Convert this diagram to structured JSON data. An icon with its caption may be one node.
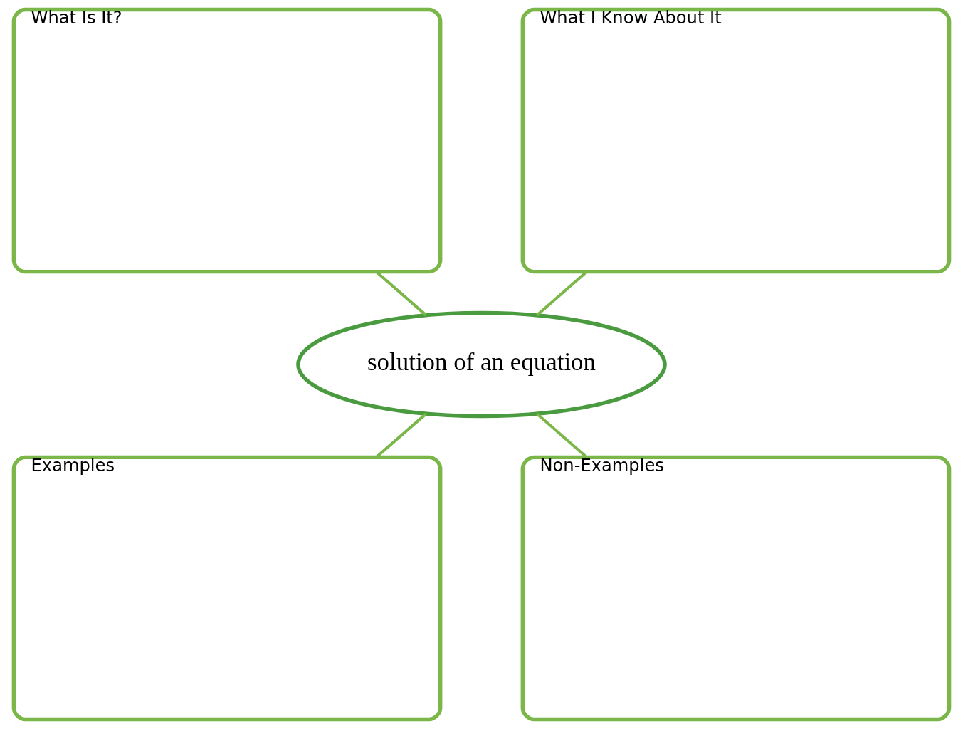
{
  "diagram": {
    "nodes": [
      {
        "text": [
          "What Is It?"
        ]
      },
      {
        "text": [
          "What I Know About It"
        ]
      },
      {
        "text": [
          "solution of an equation"
        ]
      },
      {
        "text": [
          "Examples"
        ]
      },
      {
        "text": [
          "Non-Examples"
        ]
      }
    ],
    "edges": [
      {
        "from": 0,
        "to": 2,
        "arrow": "none"
      },
      {
        "from": 1,
        "to": 2,
        "arrow": "none"
      },
      {
        "from": 2,
        "to": 3,
        "arrow": "none"
      },
      {
        "from": 2,
        "to": 4,
        "arrow": "none"
      }
    ]
  }
}
